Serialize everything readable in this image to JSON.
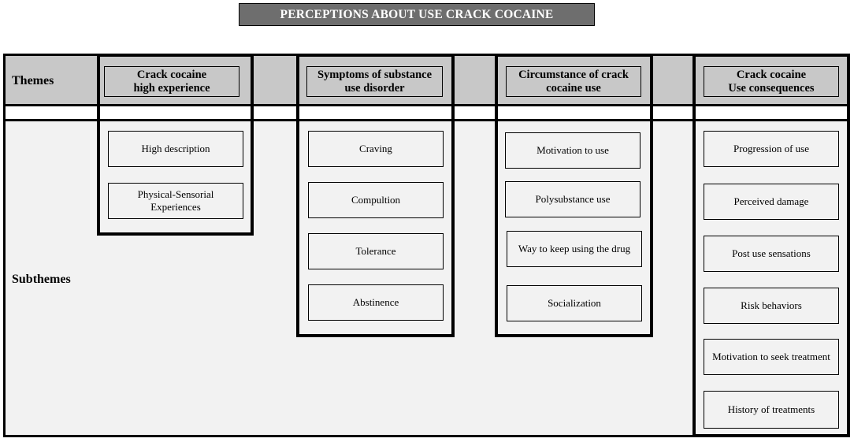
{
  "title": "PERCEPTIONS ABOUT USE CRACK COCAINE",
  "row_labels": {
    "themes": "Themes",
    "subthemes": "Subthemes"
  },
  "columns": [
    {
      "theme_lines": [
        "Crack cocaine",
        "high experience"
      ],
      "subthemes": [
        "High description",
        "Physical-Sensorial Experiences"
      ]
    },
    {
      "theme_lines": [
        "Symptoms of substance",
        "use disorder"
      ],
      "subthemes": [
        "Craving",
        "Compultion",
        "Tolerance",
        "Abstinence"
      ]
    },
    {
      "theme_lines": [
        "Circumstance of crack",
        "cocaine use"
      ],
      "subthemes": [
        "Motivation to use",
        "Polysubstance use",
        "Way to keep using the drug",
        "Socialization"
      ]
    },
    {
      "theme_lines": [
        "Crack cocaine",
        "Use consequences"
      ],
      "subthemes": [
        "Progression of use",
        "Perceived damage",
        "Post use sensations",
        "Risk behaviors",
        "Motivation to seek treatment",
        "History of treatments"
      ]
    }
  ],
  "colors": {
    "title_bg": "#6e6e6e",
    "themes_band": "#c8c8c8",
    "subthemes_band": "#f2f2f2",
    "outline": "#000000"
  }
}
